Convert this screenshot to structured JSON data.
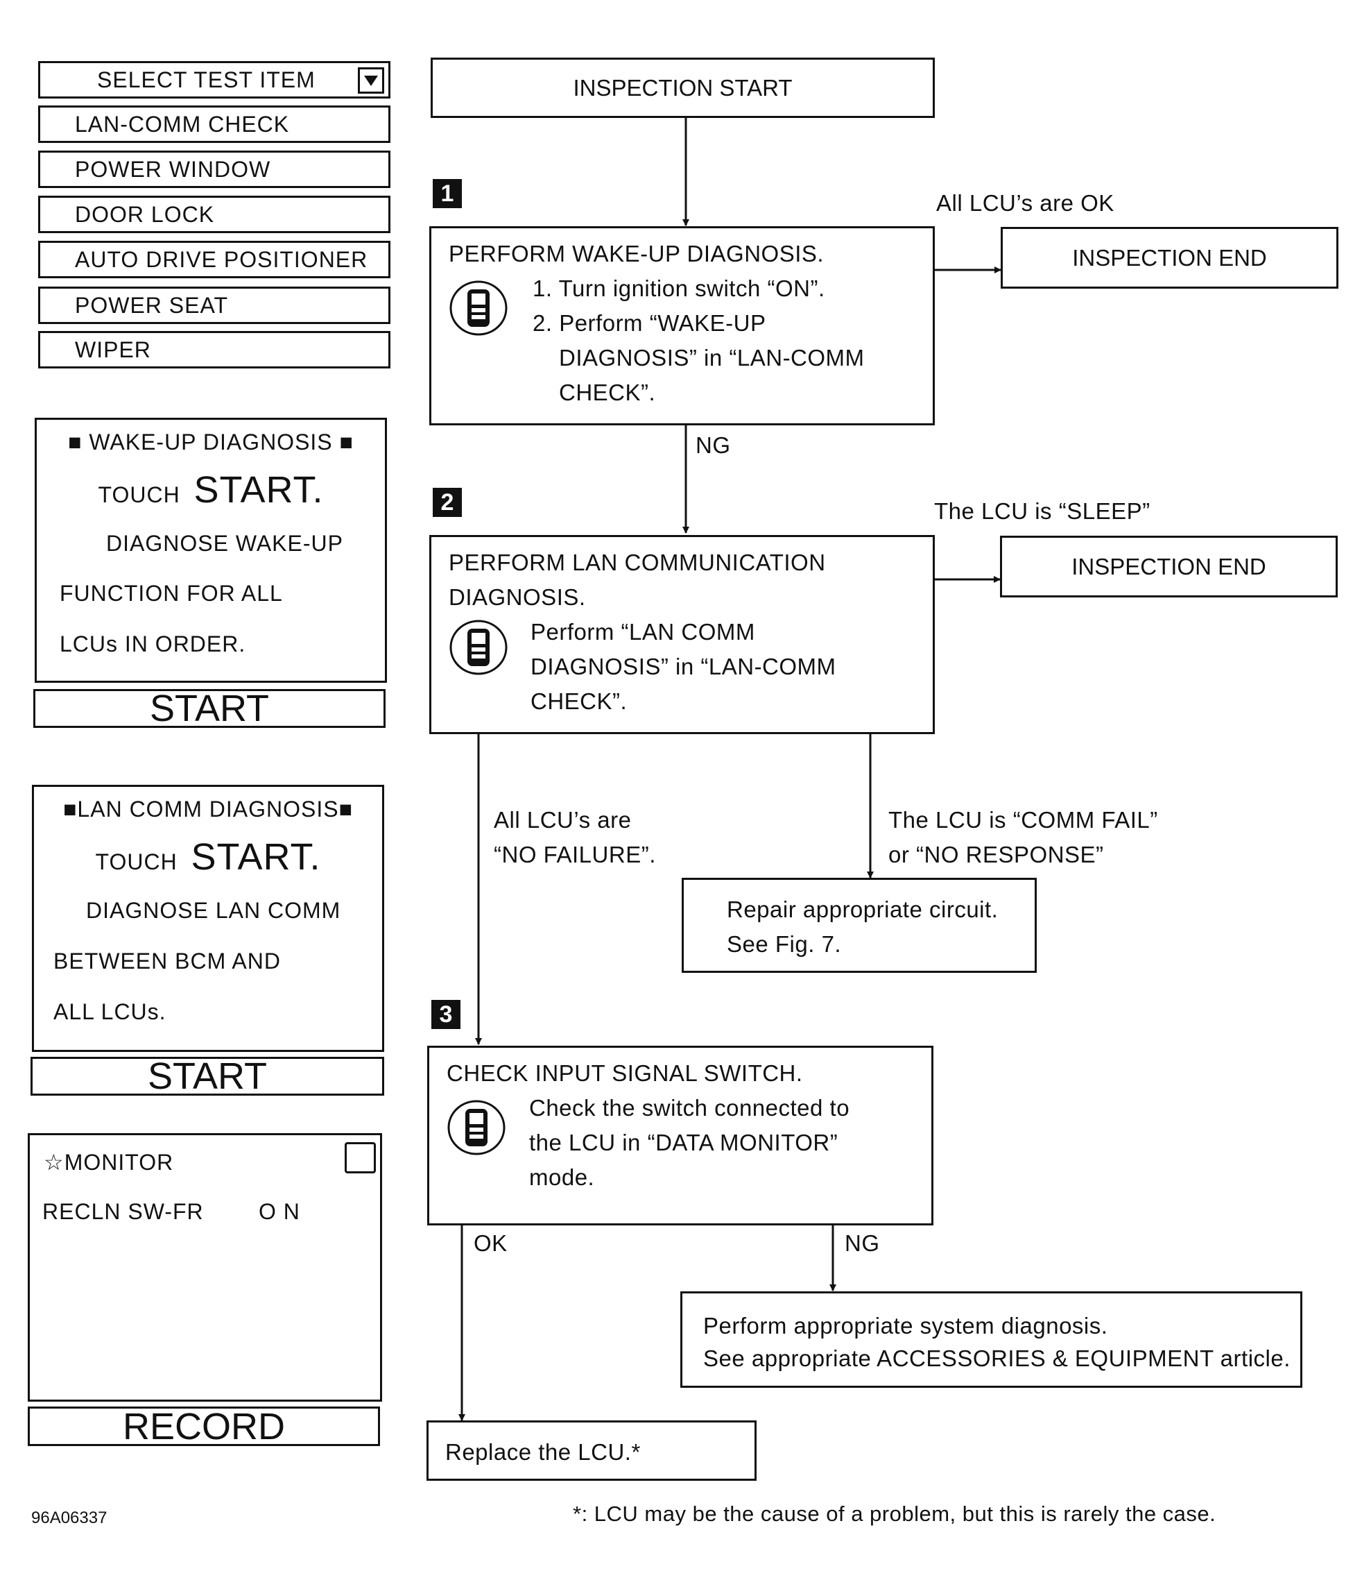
{
  "select_menu": {
    "title": "SELECT TEST ITEM",
    "items": [
      "LAN-COMM CHECK",
      "POWER WINDOW",
      "DOOR LOCK",
      "AUTO DRIVE POSITIONER",
      "POWER SEAT",
      "WIPER"
    ]
  },
  "wakeup_screen": {
    "header": "■ WAKE-UP DIAGNOSIS ■",
    "touch": "TOUCH",
    "start_word": "START.",
    "line1": "DIAGNOSE WAKE-UP",
    "line2": "FUNCTION FOR ALL",
    "line3": "LCUs IN ORDER.",
    "button": "START"
  },
  "lan_screen": {
    "header": "■LAN COMM DIAGNOSIS■",
    "touch": "TOUCH",
    "start_word": "START.",
    "line1": "DIAGNOSE LAN COMM",
    "line2": "BETWEEN BCM AND",
    "line3": "ALL LCUs.",
    "button": "START"
  },
  "monitor_screen": {
    "header": "☆MONITOR",
    "row_label": "RECLN SW-FR",
    "row_value": "O N",
    "button": "RECORD"
  },
  "flow": {
    "start": "INSPECTION START",
    "step1": {
      "num": "1",
      "l1": "PERFORM WAKE-UP DIAGNOSIS.",
      "l2": "1. Turn ignition switch “ON”.",
      "l3": "2. Perform “WAKE-UP",
      "l4": "DIAGNOSIS” in “LAN-COMM",
      "l5": "CHECK”."
    },
    "ok1_label": "All LCU’s are OK",
    "end1": "INSPECTION END",
    "ng1_label": "NG",
    "step2": {
      "num": "2",
      "l1": "PERFORM LAN COMMUNICATION",
      "l2": "DIAGNOSIS.",
      "l3": "Perform “LAN COMM",
      "l4": "DIAGNOSIS” in “LAN-COMM",
      "l5": "CHECK”."
    },
    "sleep_label": "The LCU is “SLEEP”",
    "end2": "INSPECTION END",
    "nofail_l1": "All LCU’s are",
    "nofail_l2": "“NO FAILURE”.",
    "commfail_l1": "The LCU is “COMM FAIL”",
    "commfail_l2": "or “NO RESPONSE”",
    "repair_l1": "Repair appropriate circuit.",
    "repair_l2": "See Fig. 7.",
    "step3": {
      "num": "3",
      "l1": "CHECK INPUT SIGNAL SWITCH.",
      "l2": "Check the switch connected to",
      "l3": "the LCU in “DATA MONITOR”",
      "l4": "mode."
    },
    "ok3_label": "OK",
    "ng3_label": "NG",
    "perform_l1": "Perform appropriate system diagnosis.",
    "perform_l2": "See appropriate ACCESSORIES & EQUIPMENT article.",
    "replace": "Replace the LCU.*"
  },
  "footnote": "*: LCU may be the cause of a problem, but this is rarely the case.",
  "figure_id": "96A06337"
}
